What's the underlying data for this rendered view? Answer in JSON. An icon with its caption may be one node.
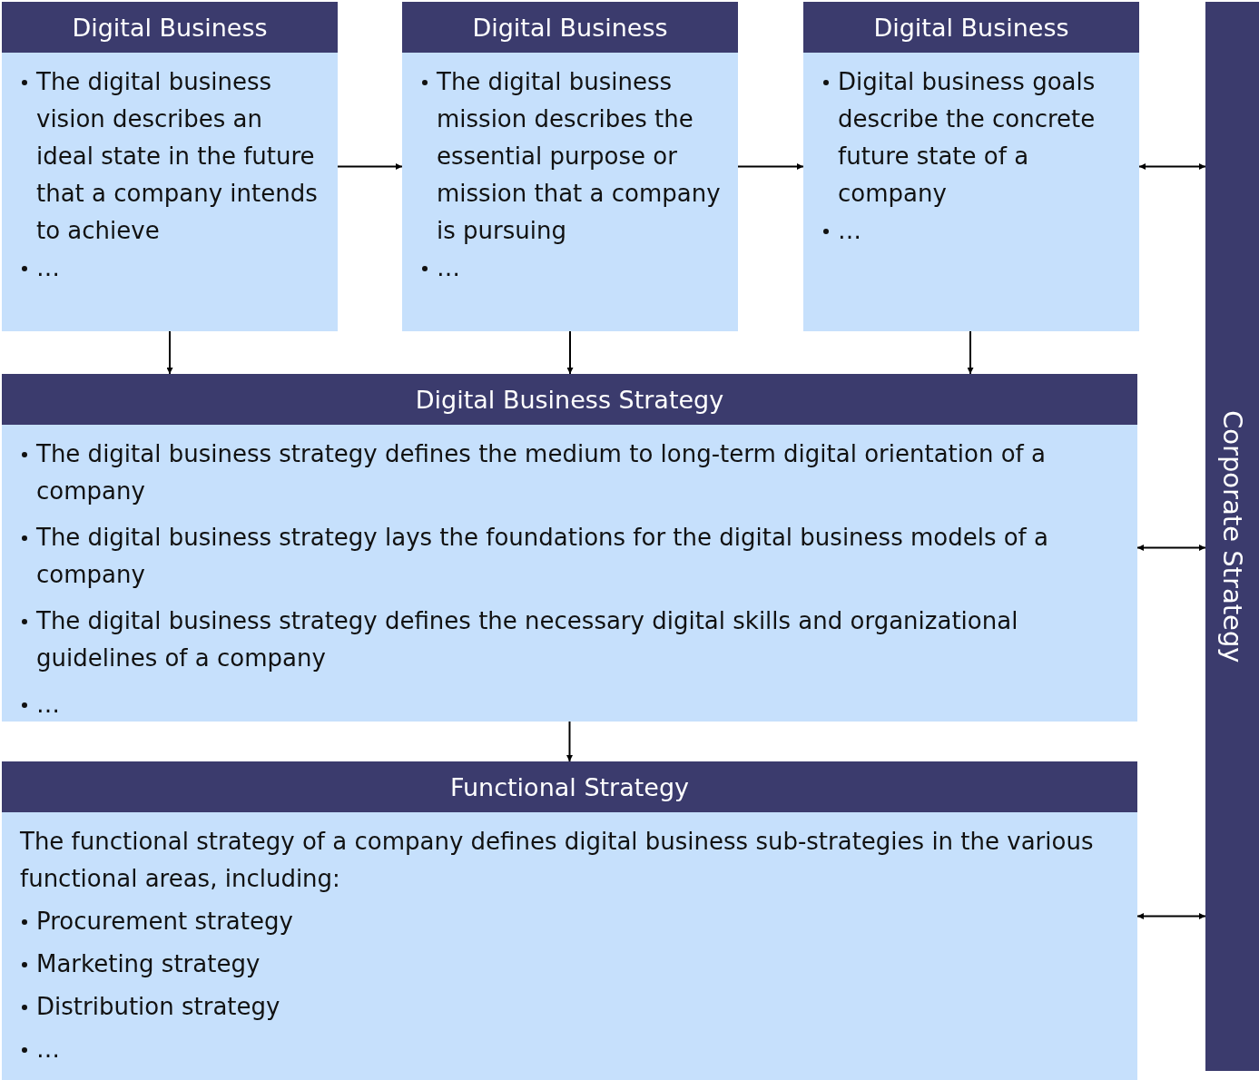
{
  "diagram": {
    "nodes": [
      {
        "text": [
          "Digital Business",
          "The digital business vision describes an ideal state in the future that a company intends to achieve",
          "…"
        ]
      },
      {
        "text": [
          "Digital Business",
          "The digital business mission describes the essential purpose or mission that a company is pursuing",
          "…"
        ]
      },
      {
        "text": [
          "Digital Business",
          "Digital business goals describe the concrete future state of a company",
          "…"
        ]
      },
      {
        "text": [
          "Digital Business Strategy",
          "The digital business strategy defines the medium to long-term digital orientation of a company",
          "The digital business strategy lays the foundations for the digital business models of a company",
          "The digital business strategy defines the necessary digital skills and organizational guidelines of a company",
          "…"
        ]
      },
      {
        "text": [
          "Functional Strategy",
          "The functional strategy of a company defines digital business sub-strategies in the various functional areas, including:",
          "Procurement strategy",
          "Marketing strategy",
          "Distribution strategy",
          "…"
        ]
      },
      {
        "text": [
          "Corporate Strategy"
        ]
      }
    ],
    "edges": [
      {
        "from": 0,
        "to": 1,
        "arrow": "to"
      },
      {
        "from": 1,
        "to": 2,
        "arrow": "to"
      },
      {
        "from": 2,
        "to": 5,
        "arrow": "both"
      },
      {
        "from": 0,
        "to": 3,
        "arrow": "to"
      },
      {
        "from": 1,
        "to": 3,
        "arrow": "to"
      },
      {
        "from": 2,
        "to": 3,
        "arrow": "to"
      },
      {
        "from": 3,
        "to": 5,
        "arrow": "both"
      },
      {
        "from": 3,
        "to": 4,
        "arrow": "to"
      },
      {
        "from": 4,
        "to": 5,
        "arrow": "both"
      }
    ]
  }
}
